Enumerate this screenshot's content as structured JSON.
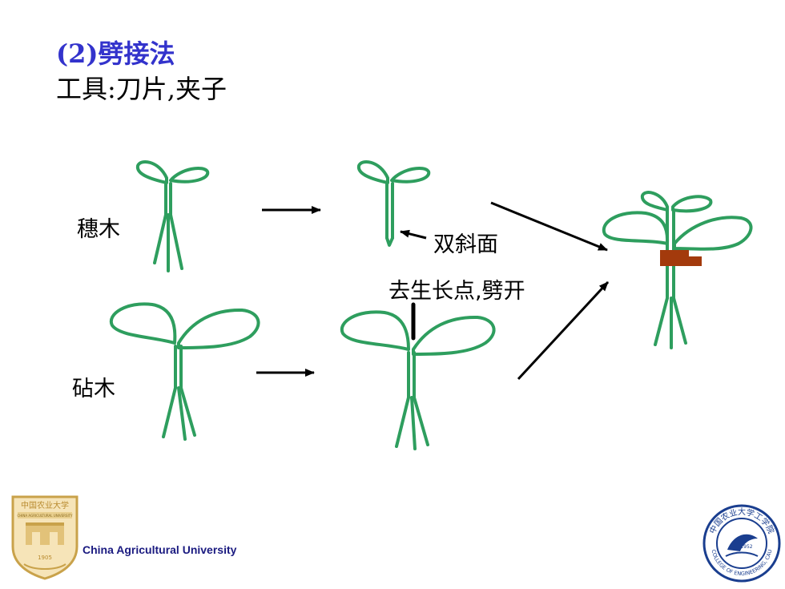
{
  "slide": {
    "title": "(2)劈接法",
    "subtitle": "工具:刀片,夹子"
  },
  "diagram": {
    "scion_label": "穗木",
    "rootstock_label": "砧木",
    "double_bevel_label": "双斜面",
    "remove_growing_point_label": "去生长点,劈开"
  },
  "colors": {
    "plant_green": "#2e9e5e",
    "clip_brown": "#a33a0c",
    "title_blue": "#3333cc"
  },
  "footer": {
    "university_name": "China Agricultural University",
    "cau_seal_text": "中国农业大学",
    "cau_seal_banner": "CHINA AGRICULTURAL UNIVERSITY",
    "cau_seal_year": "1905",
    "engineering_seal_top": "中国农业大学工学院",
    "engineering_seal_bottom": "COLLEGE OF ENGINEERING, CAU",
    "engineering_seal_year": "1952"
  }
}
